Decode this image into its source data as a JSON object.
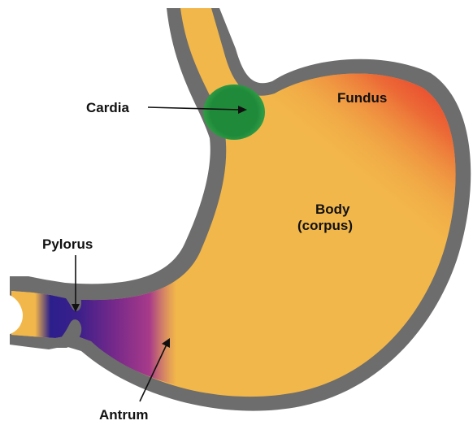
{
  "labels": {
    "cardia": "Cardia",
    "fundus": "Fundus",
    "body_line1": "Body",
    "body_line2": "(corpus)",
    "pylorus": "Pylorus",
    "antrum": "Antrum"
  },
  "colors": {
    "wall": "#6d6d6d",
    "body": "#f2b74a",
    "fundus": "#e8332c",
    "cardia": "#1f8a3a",
    "antrum": "#9b2f8a",
    "pylorus": "#1f1f8a",
    "lumen": "#ffffff",
    "label": "#111111"
  }
}
